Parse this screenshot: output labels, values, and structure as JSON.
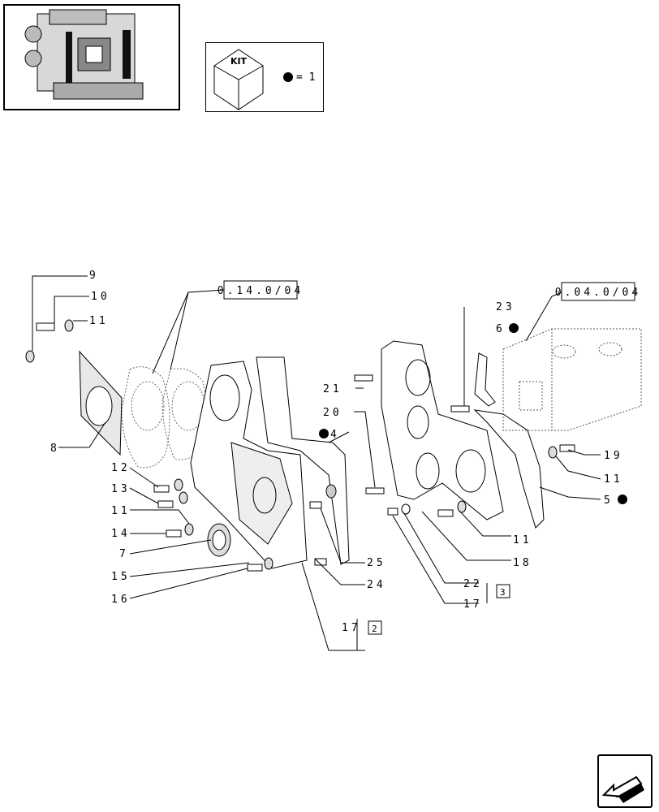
{
  "kit": {
    "label": "KIT",
    "equals": "= 1"
  },
  "refs": {
    "ref1": "0.14.0/04",
    "ref2": "0.04.0/04"
  },
  "labels": {
    "l9": "9",
    "l10": "10",
    "l11a": "11",
    "l8": "8",
    "l12": "12",
    "l13": "13",
    "l11b": "11",
    "l14": "14",
    "l7": "7",
    "l15": "15",
    "l16": "16",
    "l4": "4",
    "l21": "21",
    "l20": "20",
    "l25": "25",
    "l24": "24",
    "l17a": "17",
    "box2": "2",
    "l23": "23",
    "l6": "6",
    "l19": "19",
    "l11c": "11",
    "l5": "5",
    "l11d": "11",
    "l18": "18",
    "l22": "22",
    "box3": "3",
    "l17b": "17"
  }
}
